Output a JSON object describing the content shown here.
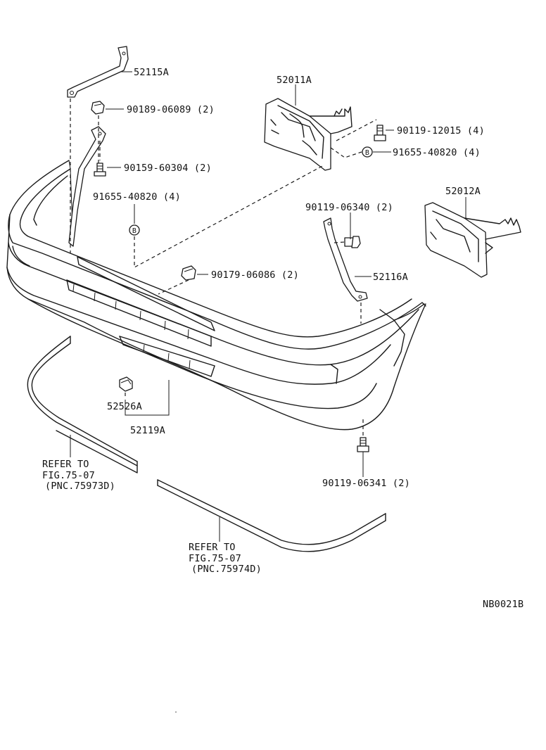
{
  "diagram_id": "NB0021B",
  "parts": {
    "p52115A": "52115A",
    "p90189": "90189-06089 (2)",
    "p90159": "90159-60304 (2)",
    "p91655_left": "91655-40820 (4)",
    "p52011A": "52011A",
    "p90119_12015": "90119-12015 (4)",
    "p91655_right": "91655-40820 (4)",
    "p52012A": "52012A",
    "p90119_06340": "90119-06340 (2)",
    "p52116A": "52116A",
    "p90179": "90179-06086 (2)",
    "p52526A": "52526A",
    "p52119A": "52119A",
    "p90119_06341": "90119-06341 (2)"
  },
  "marker_letter": "B",
  "refer_left": {
    "line1": "REFER TO",
    "line2": "FIG.75-07",
    "line3": "(PNC.75973D)"
  },
  "refer_right": {
    "line1": "REFER TO",
    "line2": "FIG.75-07",
    "line3": "(PNC.75974D)"
  }
}
